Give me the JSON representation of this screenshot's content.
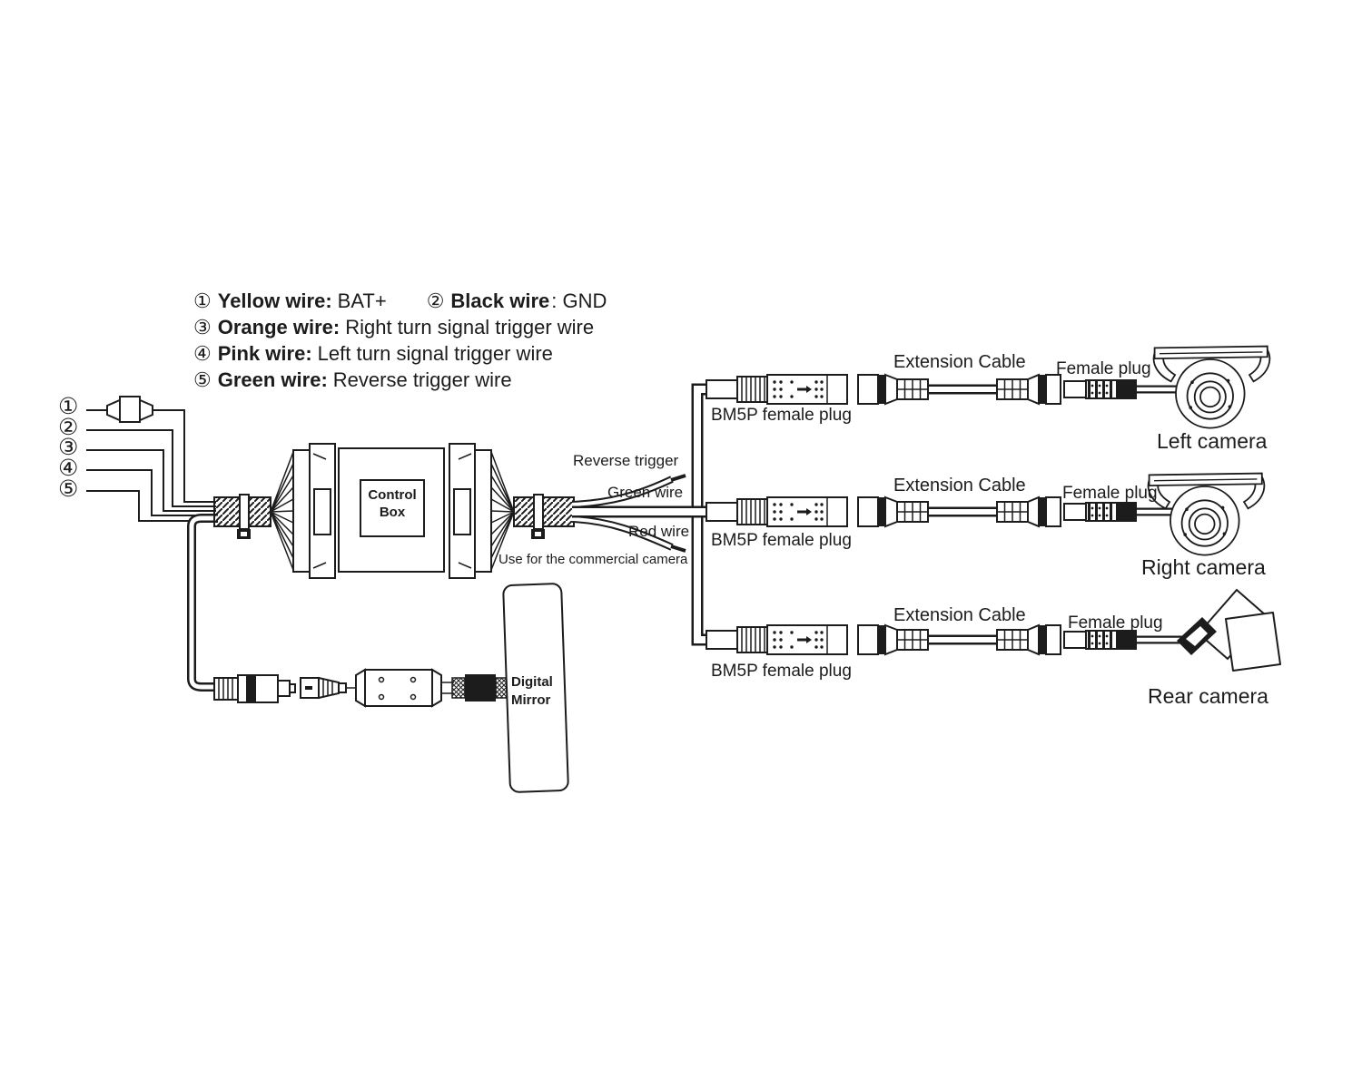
{
  "colors": {
    "ink": "#1c1c1c",
    "background": "#ffffff"
  },
  "legend": {
    "row1": {
      "m1": "①",
      "l1": "Yellow wire:",
      "v1": "BAT+",
      "m2": "②",
      "l2": "Black wire",
      "v2": ": GND"
    },
    "rows": [
      {
        "m": "③",
        "l": "Orange wire:",
        "v": "Right turn signal trigger wire"
      },
      {
        "m": "④",
        "l": "Pink wire:",
        "v": "Left turn signal trigger wire"
      },
      {
        "m": "⑤",
        "l": "Green wire:",
        "v": "Reverse trigger wire"
      }
    ]
  },
  "wire_markers": [
    "①",
    "②",
    "③",
    "④",
    "⑤"
  ],
  "control_box": {
    "line1": "Control",
    "line2": "Box"
  },
  "wire_labels": {
    "reverse_trigger": "Reverse trigger",
    "green_wire": "Green wire",
    "red_wire": "Red wire",
    "commercial_note": "Use for the commercial camera"
  },
  "branches": [
    {
      "plug": "BM5P female plug",
      "cable": "Extension Cable",
      "female_plug": "Female plug",
      "camera": "Left camera"
    },
    {
      "plug": "BM5P female plug",
      "cable": "Extension Cable",
      "female_plug": "Female plug",
      "camera": "Right camera"
    },
    {
      "plug": "BM5P female plug",
      "cable": "Extension Cable",
      "female_plug": "Female plug",
      "camera": "Rear camera"
    }
  ],
  "mirror": {
    "line1": "Digital",
    "line2": "Mirror"
  }
}
